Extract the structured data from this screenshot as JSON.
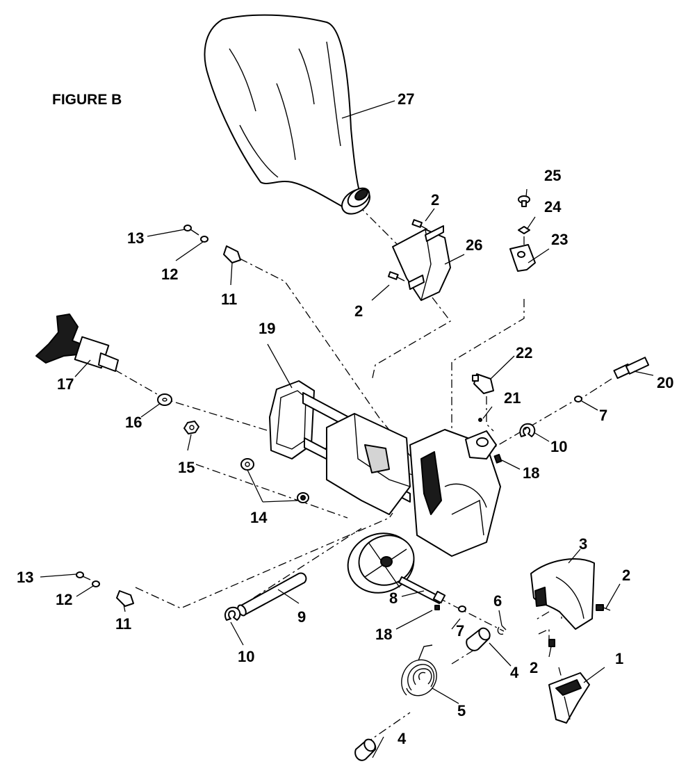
{
  "figure": {
    "title": "FIGURE B"
  },
  "callouts": [
    {
      "id": "c27",
      "text": "27"
    },
    {
      "id": "c25",
      "text": "25"
    },
    {
      "id": "c24",
      "text": "24"
    },
    {
      "id": "c23",
      "text": "23"
    },
    {
      "id": "c2a",
      "text": "2"
    },
    {
      "id": "c26",
      "text": "26"
    },
    {
      "id": "c2b",
      "text": "2"
    },
    {
      "id": "c13a",
      "text": "13"
    },
    {
      "id": "c12a",
      "text": "12"
    },
    {
      "id": "c11a",
      "text": "11"
    },
    {
      "id": "c19",
      "text": "19"
    },
    {
      "id": "c22",
      "text": "22"
    },
    {
      "id": "c20",
      "text": "20"
    },
    {
      "id": "c21",
      "text": "21"
    },
    {
      "id": "c7a",
      "text": "7"
    },
    {
      "id": "c17",
      "text": "17"
    },
    {
      "id": "c16",
      "text": "16"
    },
    {
      "id": "c15",
      "text": "15"
    },
    {
      "id": "c10a",
      "text": "10"
    },
    {
      "id": "c18a",
      "text": "18"
    },
    {
      "id": "c14",
      "text": "14"
    },
    {
      "id": "c3",
      "text": "3"
    },
    {
      "id": "c2c",
      "text": "2"
    },
    {
      "id": "c13b",
      "text": "13"
    },
    {
      "id": "c12b",
      "text": "12"
    },
    {
      "id": "c11b",
      "text": "11"
    },
    {
      "id": "c8",
      "text": "8"
    },
    {
      "id": "c9",
      "text": "9"
    },
    {
      "id": "c6",
      "text": "6"
    },
    {
      "id": "c18b",
      "text": "18"
    },
    {
      "id": "c7b",
      "text": "7"
    },
    {
      "id": "c10b",
      "text": "10"
    },
    {
      "id": "c4a",
      "text": "4"
    },
    {
      "id": "c1",
      "text": "1"
    },
    {
      "id": "c2d",
      "text": "2"
    },
    {
      "id": "c5",
      "text": "5"
    },
    {
      "id": "c4b",
      "text": "4"
    }
  ]
}
